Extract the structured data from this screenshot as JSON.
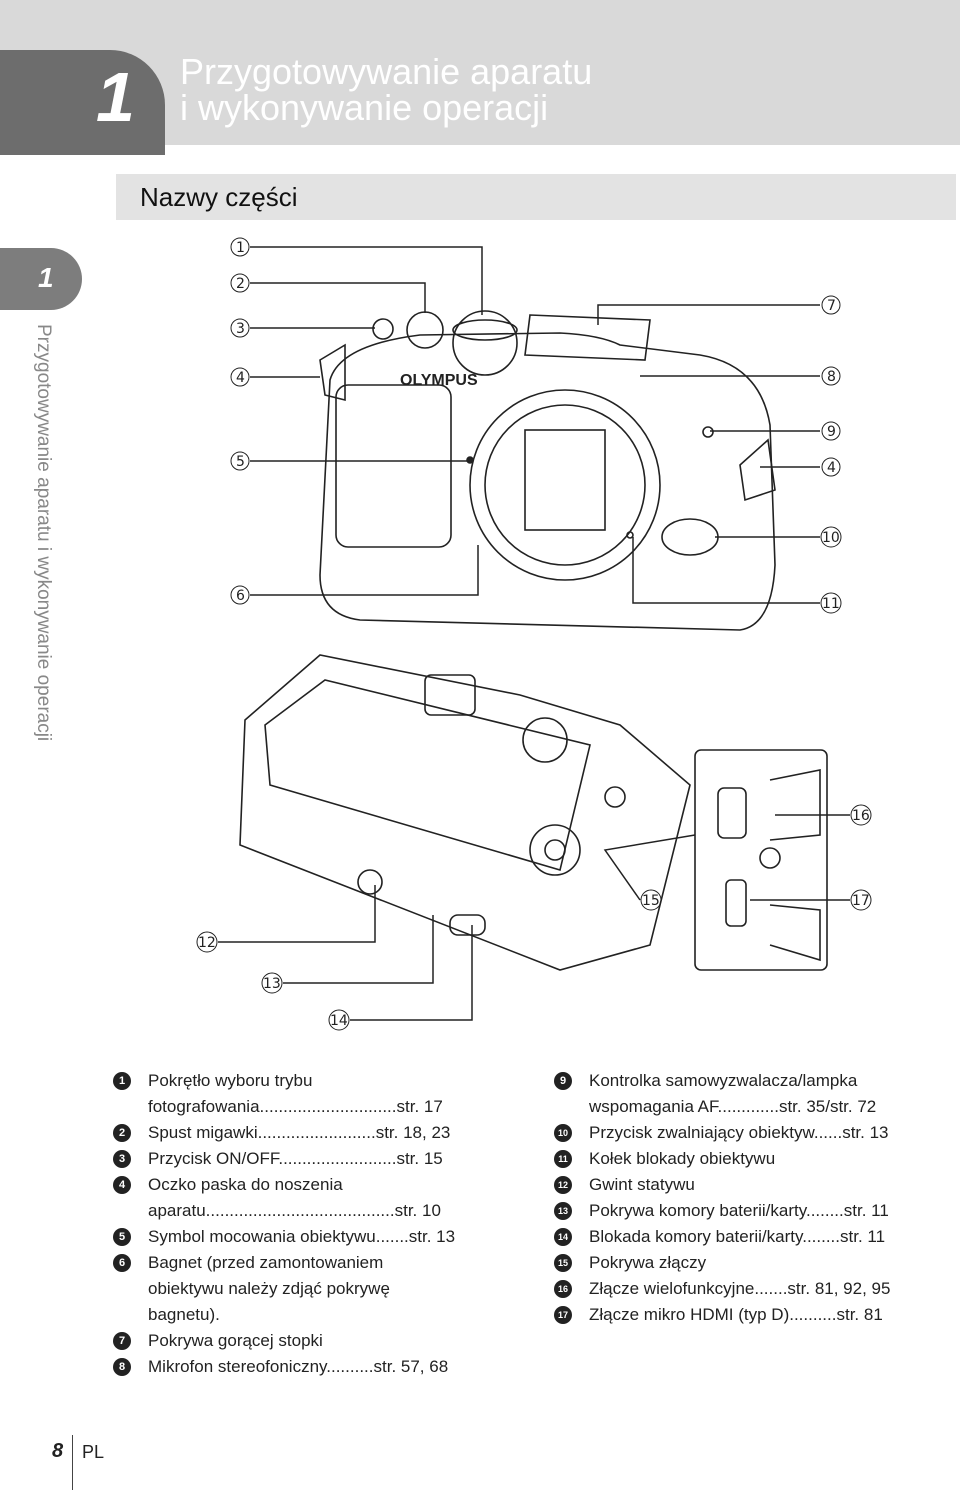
{
  "chapter": {
    "number": "1",
    "title_line1": "Przygotowywanie aparatu",
    "title_line2": "i wykonywanie operacji"
  },
  "section": {
    "title": "Nazwy części"
  },
  "side_tab": {
    "number": "1",
    "text": "Przygotowywanie aparatu i wykonywanie operacji"
  },
  "diagram": {
    "brand": "OLYMPUS",
    "callouts": [
      "1",
      "2",
      "3",
      "4",
      "5",
      "6",
      "7",
      "8",
      "9",
      "4",
      "10",
      "11",
      "12",
      "13",
      "14",
      "15",
      "16",
      "17"
    ]
  },
  "legend_left": [
    {
      "num": "1",
      "line1": "Pokrętło wyboru trybu",
      "line2": "fotografowania",
      "ref": "str. 17"
    },
    {
      "num": "2",
      "line1": "Spust migawki",
      "ref": "str. 18, 23"
    },
    {
      "num": "3",
      "line1": "Przycisk ON/OFF",
      "ref": "str. 15"
    },
    {
      "num": "4",
      "line1": "Oczko paska do noszenia",
      "line2": "aparatu",
      "ref": "str. 10"
    },
    {
      "num": "5",
      "line1": "Symbol mocowania obiektywu",
      "ref": "str. 13"
    },
    {
      "num": "6",
      "line1": "Bagnet (przed zamontowaniem",
      "line2": "obiektywu należy zdjąć pokrywę",
      "line3": "bagnetu)."
    },
    {
      "num": "7",
      "line1": "Pokrywa gorącej stopki"
    },
    {
      "num": "8",
      "line1": "Mikrofon stereofoniczny",
      "ref": "str. 57, 68"
    }
  ],
  "legend_right": [
    {
      "num": "9",
      "line1": "Kontrolka samowyzwalacza/lampka",
      "line2": "wspomagania AF",
      "ref": "str. 35/str. 72"
    },
    {
      "num": "10",
      "line1": "Przycisk zwalniający obiektyw",
      "ref": "str. 13"
    },
    {
      "num": "11",
      "line1": "Kołek blokady obiektywu"
    },
    {
      "num": "12",
      "line1": "Gwint statywu"
    },
    {
      "num": "13",
      "line1": "Pokrywa komory baterii/karty",
      "ref": "str. 11"
    },
    {
      "num": "14",
      "line1": "Blokada komory baterii/karty",
      "ref": "str. 11"
    },
    {
      "num": "15",
      "line1": "Pokrywa złączy"
    },
    {
      "num": "16",
      "line1": "Złącze wielofunkcyjne",
      "ref": "str. 81, 92, 95"
    },
    {
      "num": "17",
      "line1": "Złącze mikro HDMI (typ D)",
      "ref": "str. 81"
    }
  ],
  "footer": {
    "page": "8",
    "lang": "PL"
  }
}
